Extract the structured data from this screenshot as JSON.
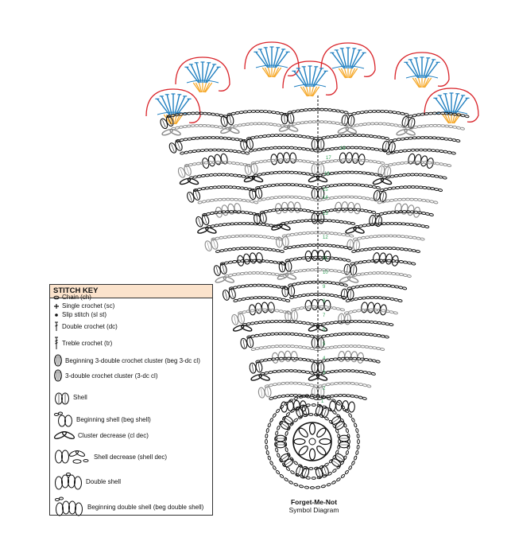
{
  "stitch_key": {
    "title": "STITCH KEY",
    "items": [
      {
        "label": "Chain (ch)",
        "icon": "chain-icon"
      },
      {
        "label": "Single crochet (sc)",
        "icon": "single-crochet-icon"
      },
      {
        "label": "Slip stitch (sl st)",
        "icon": "slip-stitch-icon"
      },
      {
        "label": "Double crochet (dc)",
        "icon": "double-crochet-icon"
      },
      {
        "label": "Treble crochet (tr)",
        "icon": "treble-crochet-icon"
      },
      {
        "label": "Beginning 3-double crochet cluster (beg 3-dc cl)",
        "icon": "beg-3dc-cluster-icon"
      },
      {
        "label": "3-double crochet cluster (3-dc cl)",
        "icon": "3dc-cluster-icon"
      },
      {
        "label": "Shell",
        "icon": "shell-icon"
      },
      {
        "label": "Beginning shell (beg shell)",
        "icon": "beg-shell-icon"
      },
      {
        "label": "Cluster decrease (cl dec)",
        "icon": "cluster-decrease-icon"
      },
      {
        "label": "Shell decrease (shell dec)",
        "icon": "shell-decrease-icon"
      },
      {
        "label": "Double shell",
        "icon": "double-shell-icon"
      },
      {
        "label": "Beginning double shell (beg double shell)",
        "icon": "beg-double-shell-icon"
      }
    ]
  },
  "caption": {
    "title": "Forget-Me-Not",
    "subtitle": "Symbol Diagram"
  },
  "row_numbers": [
    "1",
    "2",
    "3",
    "4",
    "5",
    "6",
    "7",
    "8",
    "9",
    "10",
    "11",
    "12",
    "13",
    "14",
    "15",
    "16",
    "17",
    "18"
  ],
  "colors": {
    "outline_red": "#d9252b",
    "blue": "#1f7fc0",
    "orange": "#f5a623",
    "black": "#111111",
    "gray": "#8a8a8a",
    "green": "#2e9d55",
    "key_header": "#fbe3cc"
  }
}
